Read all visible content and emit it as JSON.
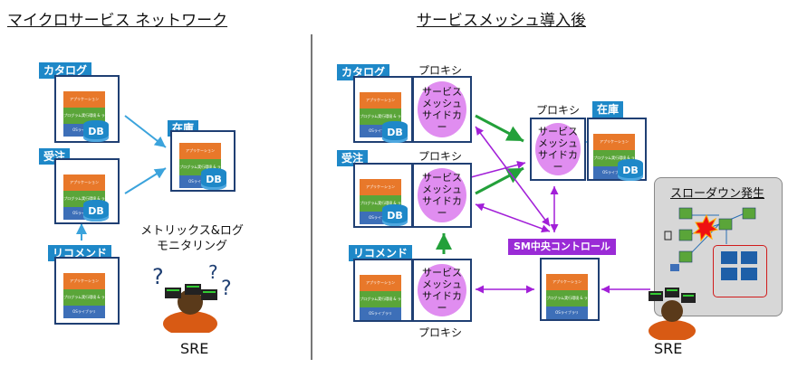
{
  "left": {
    "title": "マイクロサービス ネットワーク",
    "services": [
      {
        "label": "カタログ",
        "db": "DB"
      },
      {
        "label": "受注",
        "db": "DB"
      },
      {
        "label": "リコメンド"
      },
      {
        "label": "在庫",
        "db": "DB"
      }
    ],
    "metrics_text": "メトリックス&ログ\nモニタリング",
    "sre": "SRE"
  },
  "right": {
    "title": "サービスメッシュ導入後",
    "services": [
      {
        "label": "カタログ",
        "db": "DB"
      },
      {
        "label": "受注",
        "db": "DB"
      },
      {
        "label": "リコメンド"
      },
      {
        "label": "在庫",
        "db": "DB"
      }
    ],
    "proxy_label": "プロキシ",
    "sidecar_text": "サービス\nメッシュ\nサイドカー",
    "sm_control": "SM中央コントロール",
    "slowdown": "スローダウン発生",
    "sre": "SRE"
  },
  "layers": {
    "app": "アプリケーション",
    "runtime": "プログラム実行環境 & ライブラリ等",
    "os": "OSライブラリ"
  },
  "colors": {
    "service_blue": "#1e88c8",
    "frame": "#1f3f73",
    "sidecar": "#e08df0",
    "control_purple": "#9a2bd6",
    "arrow_blue": "#3ba3dc",
    "arrow_green": "#23a03a",
    "arrow_purple": "#a21fd8"
  }
}
